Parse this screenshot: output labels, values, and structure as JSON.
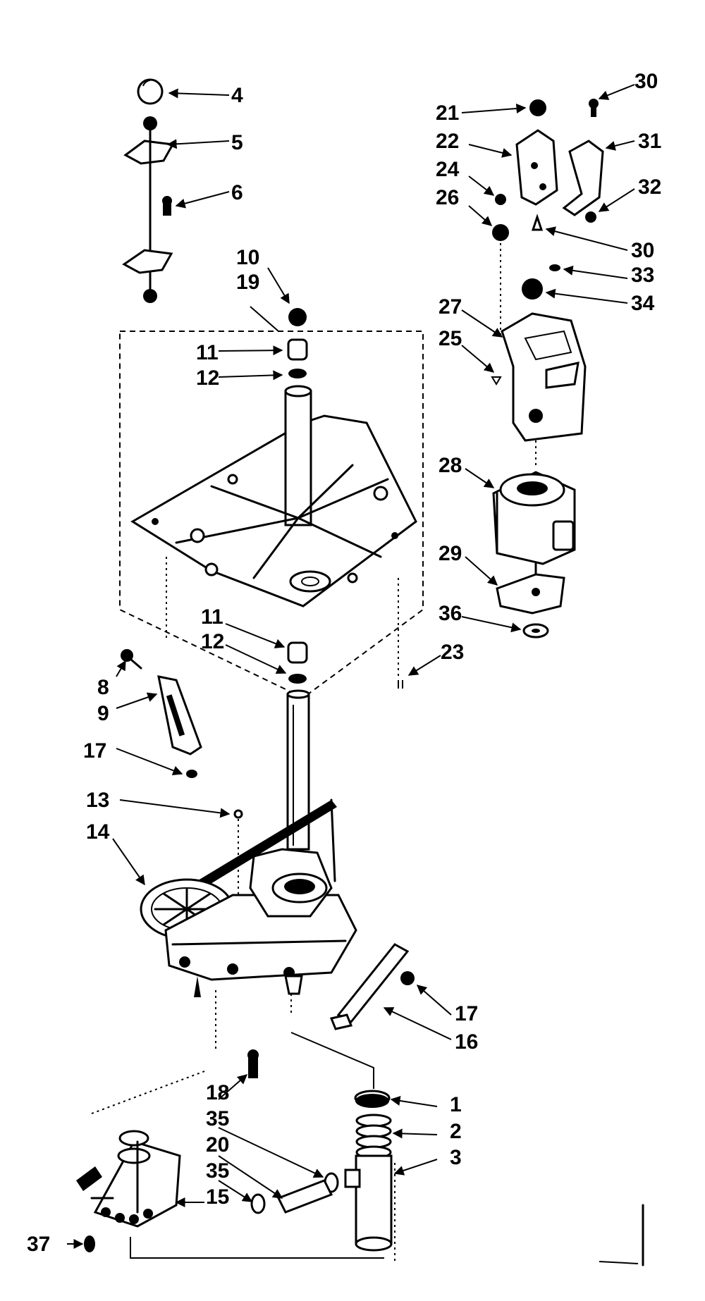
{
  "callouts": {
    "c1": "1",
    "c2": "2",
    "c3": "3",
    "c4": "4",
    "c5": "5",
    "c6": "6",
    "c8": "8",
    "c9": "9",
    "c10": "10",
    "c11a": "11",
    "c11b": "11",
    "c12a": "12",
    "c12b": "12",
    "c13": "13",
    "c14": "14",
    "c15": "15",
    "c16": "16",
    "c17a": "17",
    "c17b": "17",
    "c18": "18",
    "c19": "19",
    "c20": "20",
    "c21": "21",
    "c22": "22",
    "c23": "23",
    "c24": "24",
    "c25": "25",
    "c26": "26",
    "c27": "27",
    "c28": "28",
    "c29": "29",
    "c30a": "30",
    "c30b": "30",
    "c31": "31",
    "c32": "32",
    "c33": "33",
    "c34": "34",
    "c35a": "35",
    "c35b": "35",
    "c36": "36",
    "c37": "37"
  }
}
